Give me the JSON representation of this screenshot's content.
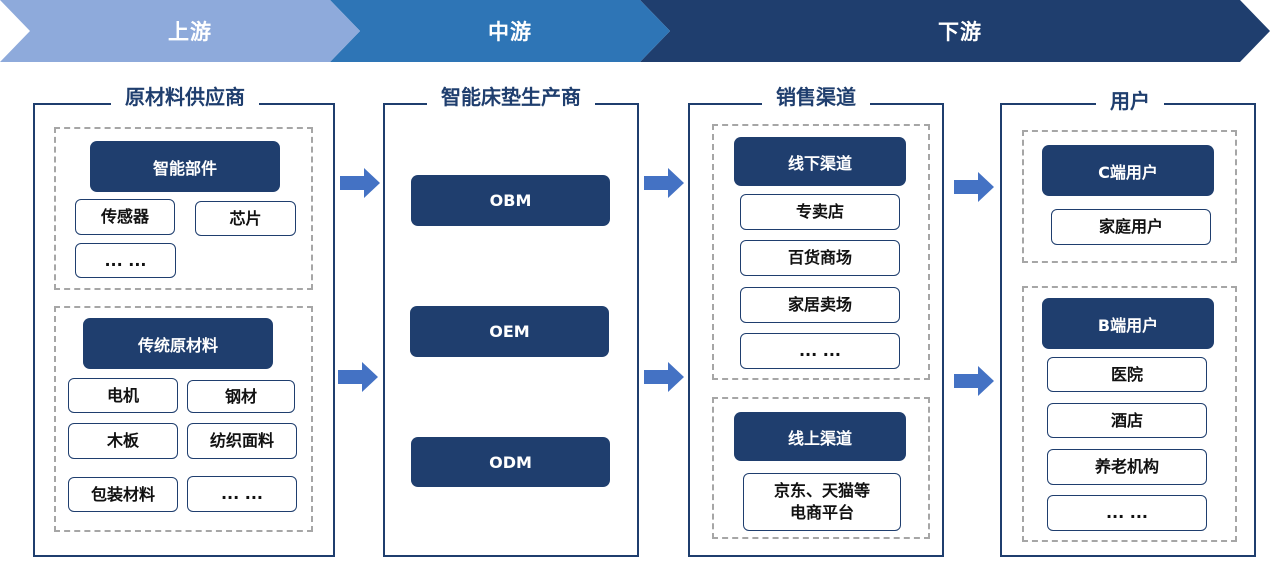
{
  "stages": {
    "upstream": "上游",
    "midstream": "中游",
    "downstream": "下游"
  },
  "columns": {
    "suppliers": {
      "title": "原材料供应商",
      "smart_parts": {
        "heading": "智能部件",
        "items": [
          "传感器",
          "芯片",
          "... ..."
        ]
      },
      "traditional": {
        "heading": "传统原材料",
        "items": [
          "电机",
          "钢材",
          "木板",
          "纺织面料",
          "包装材料",
          "... ..."
        ]
      }
    },
    "manufacturers": {
      "title": "智能床垫生产商",
      "items": [
        "OBM",
        "OEM",
        "ODM"
      ]
    },
    "channels": {
      "title": "销售渠道",
      "offline": {
        "heading": "线下渠道",
        "items": [
          "专卖店",
          "百货商场",
          "家居卖场",
          "... ..."
        ]
      },
      "online": {
        "heading": "线上渠道",
        "item": "京东、天猫等\n电商平台"
      }
    },
    "users": {
      "title": "用户",
      "c_end": {
        "heading": "C端用户",
        "items": [
          "家庭用户"
        ]
      },
      "b_end": {
        "heading": "B端用户",
        "items": [
          "医院",
          "酒店",
          "养老机构",
          "... ..."
        ]
      }
    }
  },
  "colors": {
    "upstream": "#8eaadb",
    "midstream": "#2e75b6",
    "downstream": "#1f3e6e",
    "accent": "#4472c4"
  }
}
